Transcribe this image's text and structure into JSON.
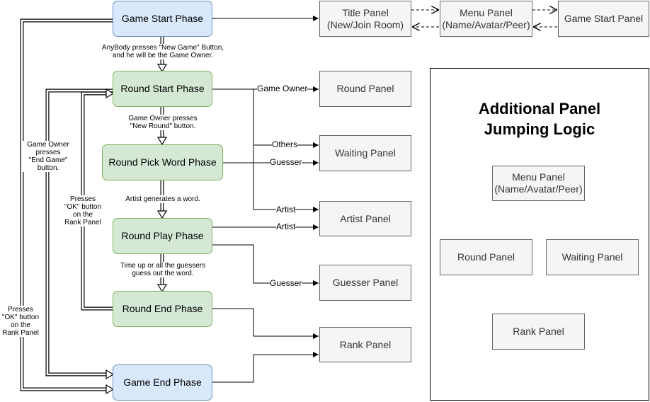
{
  "phases": {
    "game_start": "Game Start Phase",
    "round_start": "Round Start Phase",
    "round_pick_word": "Round Pick Word Phase",
    "round_play": "Round Play Phase",
    "round_end": "Round End Phase",
    "game_end": "Game End Phase"
  },
  "panels": {
    "title": [
      "Title Panel",
      "(New/Join Room)"
    ],
    "menu": [
      "Menu Panel",
      "(Name/Avatar/Peer)"
    ],
    "game_start": "Game Start Panel",
    "round": "Round Panel",
    "waiting": "Waiting Panel",
    "artist": "Artist Panel",
    "guesser": "Guesser Panel",
    "rank": "Rank Panel"
  },
  "transitions": {
    "new_game": [
      "AnyBody presses \"New Game\" Button,",
      "and he will be the Game Owner."
    ],
    "new_round": [
      "Game Owner presses",
      "\"New Round\" button."
    ],
    "artist_generates": "Artist generates a word.",
    "time_up": [
      "Time up or all the guessers",
      "guess out the word."
    ],
    "end_game": [
      "Game Owner",
      "presses",
      "\"End Game\"",
      "button."
    ],
    "ok_rank_inner": [
      "Presses",
      "\"OK\" button",
      "on the",
      "Rank Panel"
    ],
    "ok_rank_outer": [
      "Presses",
      "\"OK\" button",
      "on the",
      "Rank Panel"
    ]
  },
  "edge_labels": {
    "game_owner": "Game Owner",
    "others": "Others",
    "guesser_1": "Guesser",
    "artist_1": "Artist",
    "artist_2": "Artist",
    "guesser_2": "Guesser"
  },
  "legend": {
    "title": [
      "Additional Panel",
      "Jumping Logic"
    ],
    "menu": [
      "Menu Panel",
      "(Name/Avatar/Peer)"
    ],
    "round": "Round Panel",
    "waiting": "Waiting Panel",
    "rank": "Rank Panel"
  },
  "colors": {
    "blue_fill": "#dae8fc",
    "blue_stroke": "#6c8ebf",
    "green_fill": "#d5e8d4",
    "green_stroke": "#82b366",
    "panel_fill": "#f5f5f5",
    "panel_stroke": "#666666"
  }
}
